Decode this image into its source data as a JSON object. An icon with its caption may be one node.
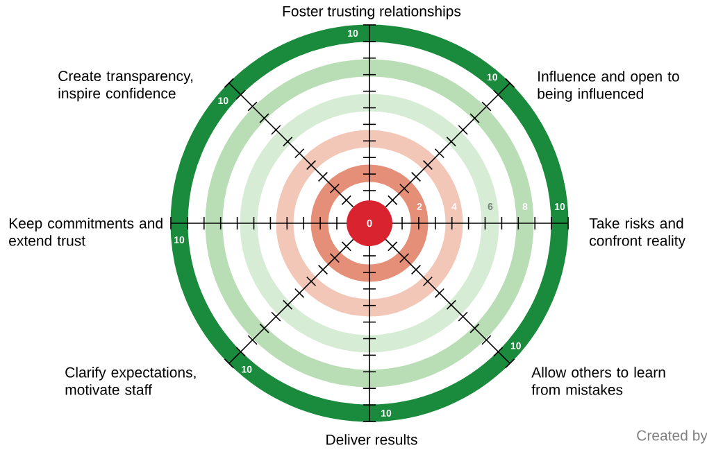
{
  "diagram": {
    "nodes": [
      {
        "text": [
          "0"
        ],
        "in": 1
      },
      {
        "text": [
          "2"
        ],
        "in": 2
      },
      {
        "text": [
          "4"
        ],
        "in": 3
      },
      {
        "text": [
          "6"
        ],
        "in": 4
      },
      {
        "text": [
          "8"
        ],
        "in": 5
      },
      {
        "text": [
          "10",
          "10",
          "10",
          "10",
          "10",
          "10",
          "10",
          "10"
        ]
      }
    ],
    "labels": [
      "Foster trusting relationships",
      "Create transparency, inspire confidence",
      "Influence and open to being influenced",
      "Keep commitments and extend trust",
      "Take risks and confront reality",
      "Clarify expectations, motivate staff",
      "Allow others to learn from mistakes",
      "Deliver results",
      "Created by"
    ]
  }
}
